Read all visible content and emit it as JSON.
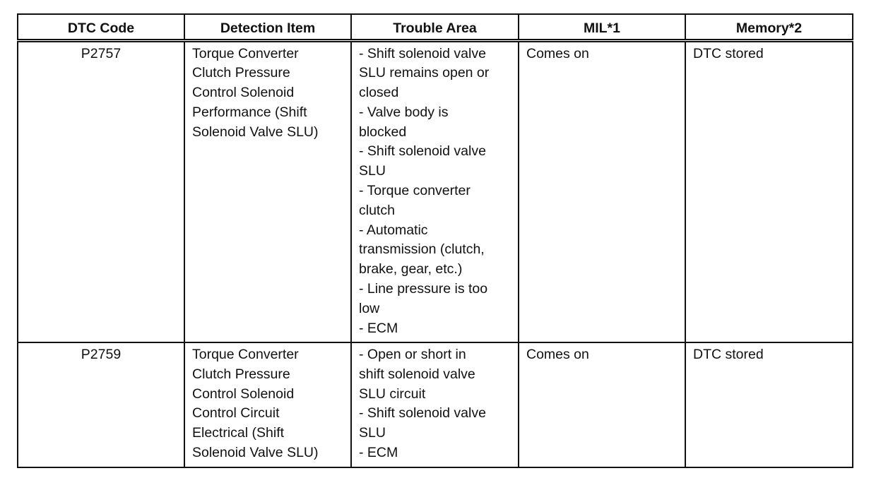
{
  "table": {
    "headers": [
      "DTC Code",
      "Detection Item",
      "Trouble Area",
      "MIL*1",
      "Memory*2"
    ],
    "rows": [
      {
        "code": "P2757",
        "detection_lines": [
          "Torque Converter",
          "Clutch Pressure",
          "Control Solenoid",
          "Performance (Shift",
          "Solenoid Valve SLU)"
        ],
        "trouble_lines": [
          "- Shift solenoid valve",
          "SLU remains open or",
          "closed",
          "- Valve body is",
          "blocked",
          "- Shift solenoid valve",
          "SLU",
          "- Torque converter",
          "clutch",
          "- Automatic",
          "transmission (clutch,",
          "brake, gear, etc.)",
          "- Line pressure is too",
          "low",
          "- ECM"
        ],
        "mil": "Comes on",
        "memory": "DTC stored"
      },
      {
        "code": "P2759",
        "detection_lines": [
          "Torque Converter",
          "Clutch Pressure",
          "Control Solenoid",
          "Control Circuit",
          "Electrical (Shift",
          "Solenoid Valve SLU)"
        ],
        "trouble_lines": [
          "- Open or short in",
          "shift solenoid valve",
          "SLU circuit",
          "- Shift solenoid valve",
          "SLU",
          "- ECM"
        ],
        "mil": "Comes on",
        "memory": "DTC stored"
      }
    ]
  }
}
